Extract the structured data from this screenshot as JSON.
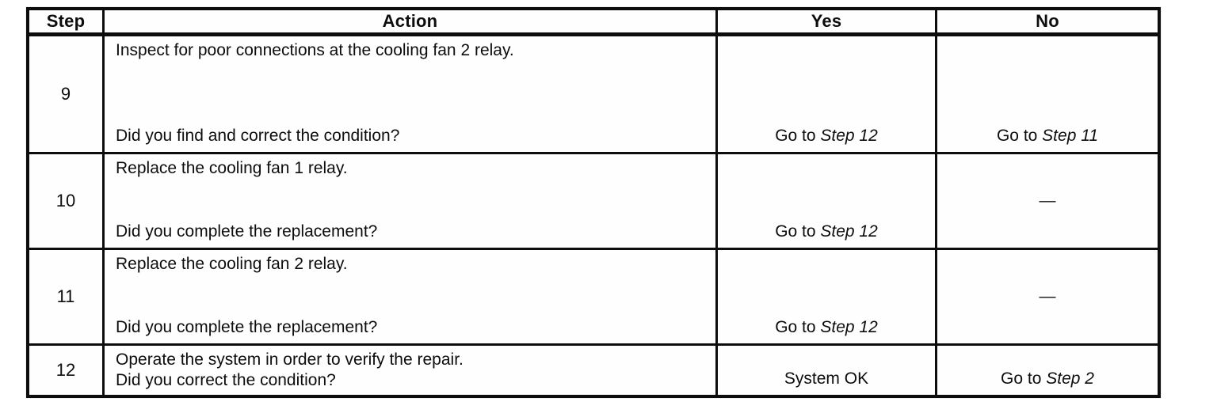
{
  "colors": {
    "ink": "#0d0d0d",
    "paper": "#ffffff"
  },
  "table": {
    "headers": {
      "step": "Step",
      "action": "Action",
      "yes": "Yes",
      "no": "No"
    },
    "rows": [
      {
        "step": "9",
        "action_instruction": "Inspect for poor connections at the cooling fan 2 relay.",
        "action_question": "Did you find and correct the condition?",
        "yes": {
          "text": "Go to ",
          "em": "Step 12"
        },
        "no": {
          "text": "Go to ",
          "em": "Step 11"
        }
      },
      {
        "step": "10",
        "action_instruction": "Replace the cooling fan 1 relay.",
        "action_question": "Did you complete the replacement?",
        "yes": {
          "text": "Go to ",
          "em": "Step 12"
        },
        "no": {
          "text": "—"
        }
      },
      {
        "step": "11",
        "action_instruction": "Replace the cooling fan 2 relay.",
        "action_question": "Did you complete the replacement?",
        "yes": {
          "text": "Go to ",
          "em": "Step 12"
        },
        "no": {
          "text": "—"
        }
      },
      {
        "step": "12",
        "action_instruction": "Operate the system in order to verify the repair.",
        "action_question": "Did you correct the condition?",
        "yes": {
          "text": "System OK"
        },
        "no": {
          "text": "Go to ",
          "em": "Step 2"
        }
      }
    ]
  }
}
